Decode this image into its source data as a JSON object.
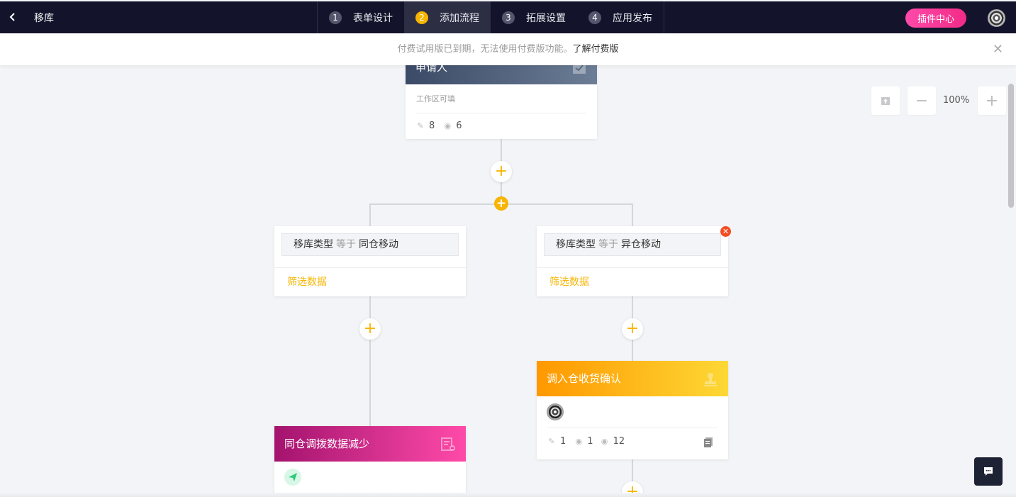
{
  "header": {
    "back_icon": "chevron-left-icon",
    "app_title": "移库",
    "steps": [
      {
        "num": "1",
        "label": "表单设计"
      },
      {
        "num": "2",
        "label": "添加流程"
      },
      {
        "num": "3",
        "label": "拓展设置"
      },
      {
        "num": "4",
        "label": "应用发布"
      }
    ],
    "active_step": "2",
    "plugin_center": "插件中心",
    "accent_color": "#f7b500"
  },
  "notice": {
    "text": "付费试用版已到期，无法使用付费版功能。",
    "link": "了解付费版"
  },
  "zoom": {
    "level": "100%"
  },
  "flow": {
    "applicant_node": {
      "title": "申请人",
      "subtitle": "工作区可填",
      "edit_count": "8",
      "view_count": "6"
    },
    "branches": [
      {
        "field": "移库类型",
        "operator": "等于",
        "value": "同仓移动",
        "filter_label": "筛选数据"
      },
      {
        "field": "移库类型",
        "operator": "等于",
        "value": "异仓移动",
        "filter_label": "筛选数据"
      }
    ],
    "confirm_node": {
      "title": "调入仓收货确认",
      "edit_count": "1",
      "view_count_a": "1",
      "view_count_b": "12",
      "color_from": "#ff9800",
      "color_to": "#fdd835"
    },
    "reduce_node": {
      "title": "同仓调拨数据减少",
      "color_from": "#a3136e",
      "color_to": "#ff4aa9"
    }
  }
}
